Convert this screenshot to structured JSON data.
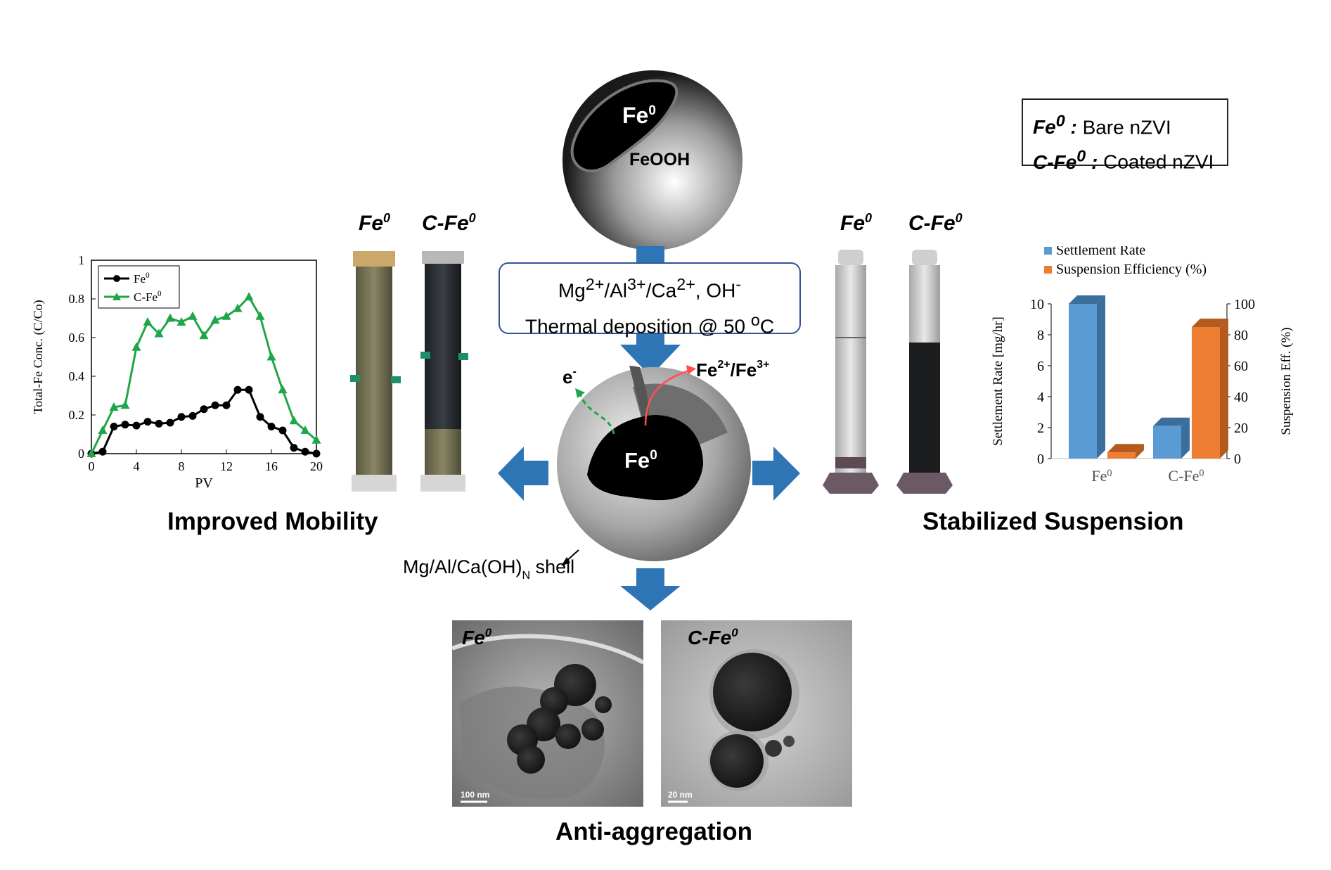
{
  "legend": {
    "row1_key": "Fe0 :",
    "row1_val": "Bare nZVI",
    "row2_key": "C-Fe0 :",
    "row2_val": "Coated nZVI"
  },
  "particle_top": {
    "core": "Fe0",
    "shell": "FeOOH"
  },
  "process": {
    "line1": "Mg2+/Al3+/Ca2+, OH-",
    "line2": "Thermal deposition @ 50 oC"
  },
  "core_shell": {
    "core": "Fe0",
    "electron": "e-",
    "ions": "Fe2+/Fe3+",
    "shell_label": "Mg/Al/Ca(OH)N shell"
  },
  "column_labels": [
    "Fe0",
    "C-Fe0"
  ],
  "cylinder_labels": [
    "Fe0",
    "C-Fe0"
  ],
  "tem_labels": [
    "Fe0",
    "C-Fe0"
  ],
  "tem_scales": [
    "100 nm",
    "20 nm"
  ],
  "titles": {
    "left": "Improved Mobility",
    "right": "Stabilized Suspension",
    "bottom": "Anti-aggregation"
  },
  "colors": {
    "fe0_series": "#000000",
    "cfe0_series": "#1fa648",
    "settlement": "#5b9bd5",
    "suspension": "#ed7d31",
    "arrow": "#2e75b6"
  },
  "chart_data": [
    {
      "type": "line",
      "xlabel": "PV",
      "ylabel": "Total-Fe Conc. (C/Co)",
      "xlim": [
        0,
        20
      ],
      "ylim": [
        0,
        1
      ],
      "xticks": [
        0,
        4,
        8,
        12,
        16,
        20
      ],
      "yticks": [
        0,
        0.2,
        0.4,
        0.6,
        0.8,
        1
      ],
      "legend_position": "top-left",
      "series": [
        {
          "name": "Fe0",
          "marker": "circle",
          "x": [
            0,
            1,
            2,
            3,
            4,
            5,
            6,
            7,
            8,
            9,
            10,
            11,
            12,
            13,
            14,
            15,
            16,
            17,
            18,
            19,
            20
          ],
          "y": [
            0,
            0.01,
            0.14,
            0.15,
            0.145,
            0.165,
            0.155,
            0.16,
            0.19,
            0.195,
            0.23,
            0.25,
            0.25,
            0.33,
            0.33,
            0.19,
            0.14,
            0.12,
            0.03,
            0.01,
            0
          ]
        },
        {
          "name": "C-Fe0",
          "marker": "triangle",
          "x": [
            0,
            1,
            2,
            3,
            4,
            5,
            6,
            7,
            8,
            9,
            10,
            11,
            12,
            13,
            14,
            15,
            16,
            17,
            18,
            19,
            20
          ],
          "y": [
            0,
            0.12,
            0.24,
            0.25,
            0.55,
            0.68,
            0.62,
            0.7,
            0.68,
            0.71,
            0.61,
            0.69,
            0.71,
            0.75,
            0.81,
            0.71,
            0.5,
            0.33,
            0.17,
            0.12,
            0.07
          ]
        }
      ]
    },
    {
      "type": "bar",
      "categories": [
        "Fe0",
        "C-Fe0"
      ],
      "ylabel_left": "Settlement Rate [mg/hr]",
      "ylabel_right": "Suspension Eff. (%)",
      "ylim_left": [
        0,
        10
      ],
      "ylim_right": [
        0,
        100
      ],
      "yticks_left": [
        0,
        2,
        4,
        6,
        8,
        10
      ],
      "yticks_right": [
        0,
        20,
        40,
        60,
        80,
        100
      ],
      "legend_position": "top",
      "series": [
        {
          "name": "Settlement Rate",
          "axis": "left",
          "values": [
            10,
            2.1
          ]
        },
        {
          "name": "Suspension Efficiency (%)",
          "axis": "right",
          "values": [
            4,
            85
          ]
        }
      ]
    }
  ]
}
